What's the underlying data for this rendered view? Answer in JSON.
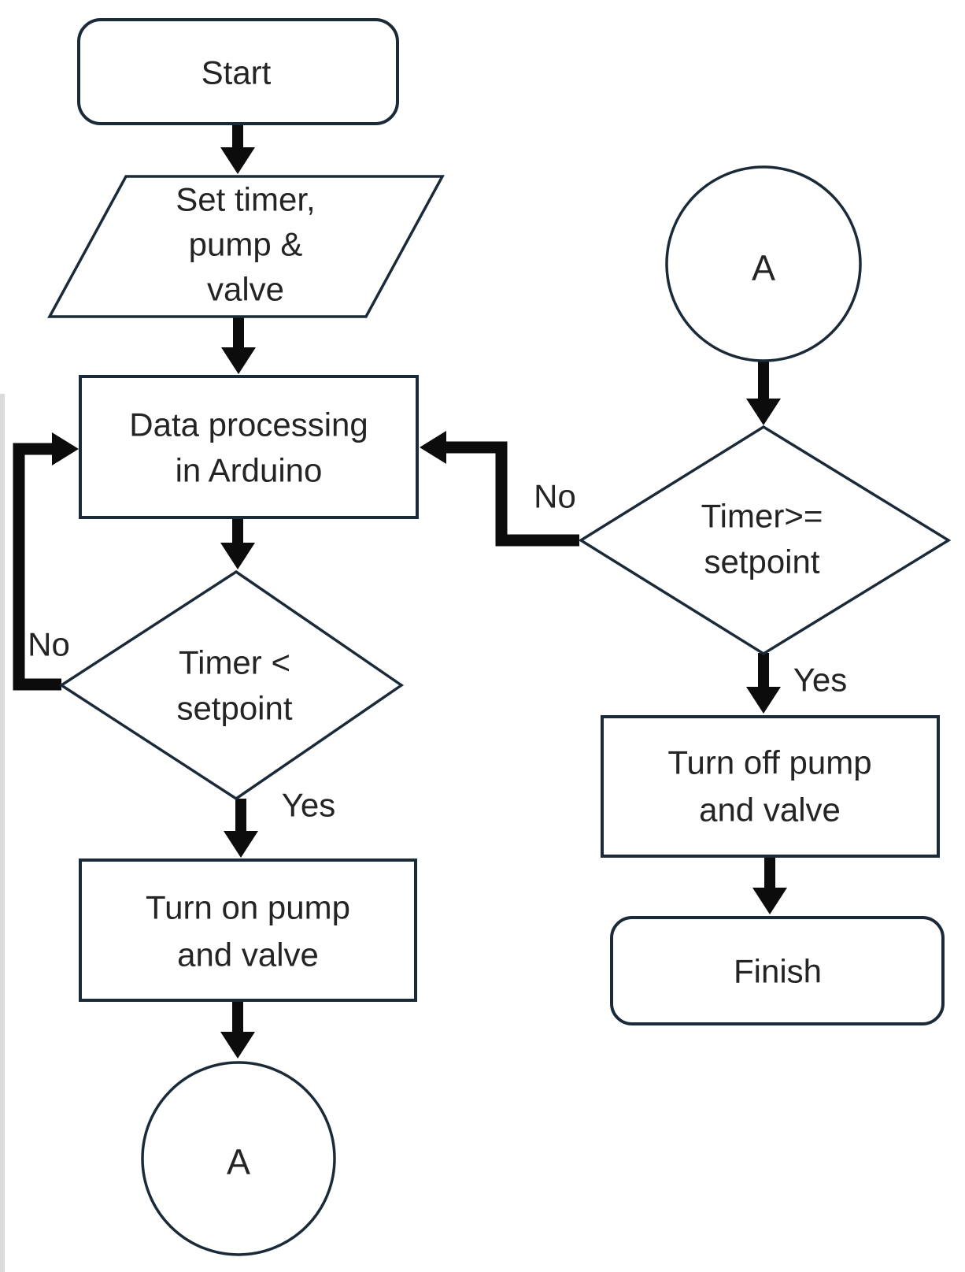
{
  "colors": {
    "shape_outline": "#1b2a38",
    "connector": "#0c0c0c",
    "text": "#242424",
    "background": "#ffffff"
  },
  "nodes": {
    "start": {
      "label": "Start"
    },
    "set_timer": {
      "line1": "Set timer,",
      "line2": "pump &",
      "line3": "valve"
    },
    "data_processing": {
      "line1": "Data processing",
      "line2": "in Arduino"
    },
    "timer_lt": {
      "line1": "Timer <",
      "line2": "setpoint"
    },
    "turn_on": {
      "line1": "Turn on pump",
      "line2": "and valve"
    },
    "connector_a_bottom": {
      "label": "A"
    },
    "connector_a_top": {
      "label": "A"
    },
    "timer_ge": {
      "line1": "Timer>=",
      "line2": "setpoint"
    },
    "turn_off": {
      "line1": "Turn off pump",
      "line2": "and valve"
    },
    "finish": {
      "label": "Finish"
    }
  },
  "edge_labels": {
    "timer_lt_no": "No",
    "timer_lt_yes": "Yes",
    "timer_ge_no": "No",
    "timer_ge_yes": "Yes"
  }
}
